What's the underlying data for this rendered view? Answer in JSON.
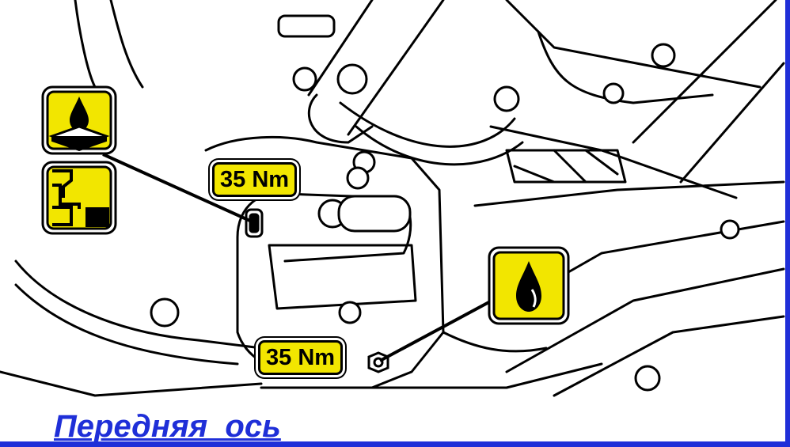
{
  "torque_labels": {
    "fill_plug": "35 Nm",
    "drain_plug": "35 Nm"
  },
  "caption": "Передняя  ось",
  "colors": {
    "icon_yellow": "#f2e600",
    "caption_blue": "#1f2fd8",
    "frame_blue": "#1f2fd8",
    "line": "#000000"
  },
  "icons": {
    "fill_icon": "oil-fill-level-icon",
    "level_icon": "oil-level-check-icon",
    "drain_icon": "oil-drain-icon"
  }
}
